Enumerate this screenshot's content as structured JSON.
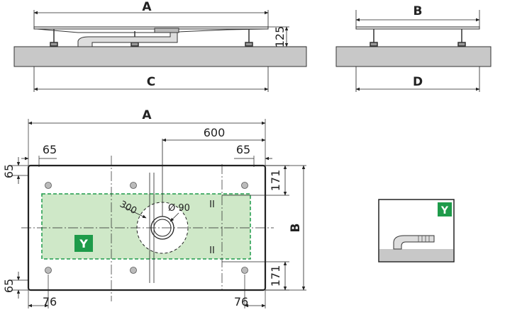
{
  "elevation_side": {
    "width_label": "A",
    "length_label": "C",
    "height_value": "125"
  },
  "elevation_end": {
    "width_label": "B",
    "length_label": "D"
  },
  "plan": {
    "width_label": "A",
    "depth_label": "B",
    "drain_offset": "600",
    "edge_left_top": "65",
    "edge_right_top": "65",
    "edge_top_side": "65",
    "edge_bottom_side": "65",
    "foot_offset_top": "171",
    "foot_offset_bottom": "171",
    "foot_left_bottom": "76",
    "foot_right_bottom": "76",
    "radius_label": "300",
    "diameter_label": "Ø 90",
    "marker_upper": "II",
    "marker_lower": "II",
    "zone_label": "Y"
  },
  "detail": {
    "zone_label": "Y"
  },
  "colors": {
    "zone_green": "#1e9b4a",
    "zone_fill": "#cfe8c8",
    "floor_grey": "#c8c8c8",
    "line": "#222222"
  }
}
